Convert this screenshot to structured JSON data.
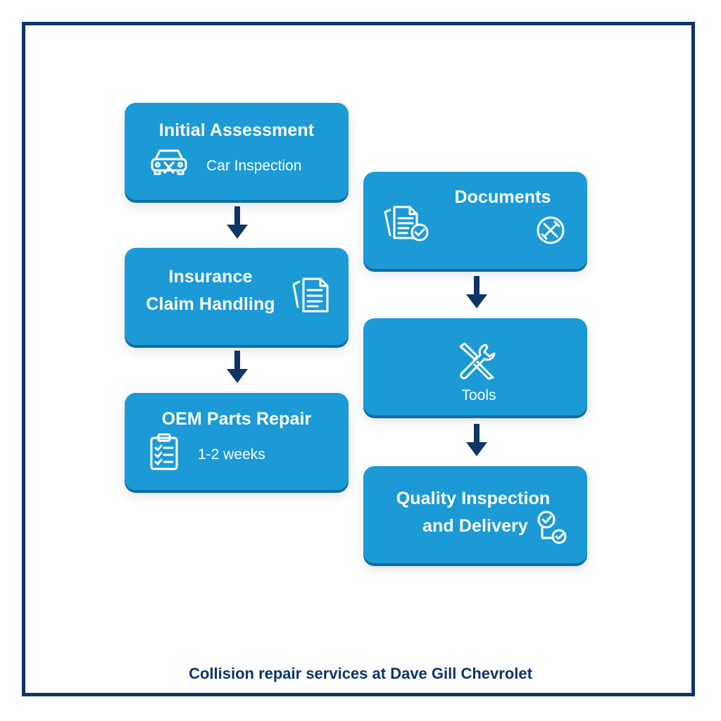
{
  "steps": {
    "initial_assessment": {
      "title": "Initial Assessment",
      "subtitle": "Car Inspection",
      "icon": "car-repair-icon"
    },
    "insurance_claim": {
      "title_line1": "Insurance",
      "title_line2": "Claim Handling",
      "icon": "documents-icon"
    },
    "oem_parts_repair": {
      "title": "OEM Parts Repair",
      "subtitle": "1-2 weeks",
      "icon": "checklist-icon"
    },
    "documents": {
      "title": "Documents",
      "icon": "document-check-icon",
      "icon2": "tools-circle-icon"
    },
    "tools": {
      "subtitle": "Tools",
      "icon": "wrench-screwdriver-icon"
    },
    "quality_delivery": {
      "title_line1": "Quality Inspection",
      "title_line2": "and Delivery",
      "icon": "quality-check-icon"
    }
  },
  "caption": "Collision repair services at Dave Gill Chevrolet",
  "colors": {
    "card": "#1b9ad6",
    "arrow": "#0d3566",
    "frame": "#0d3566",
    "caption": "#0d3566"
  }
}
